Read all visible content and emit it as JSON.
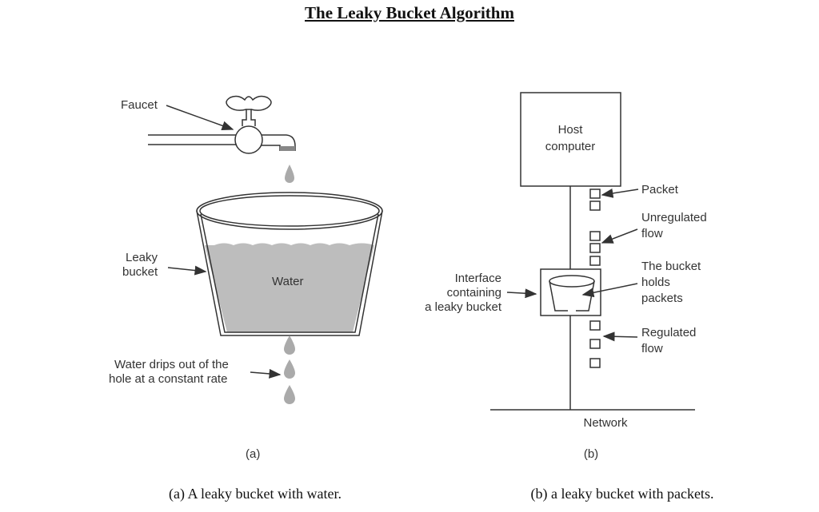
{
  "title": "The Leaky Bucket Algorithm",
  "diagram_a": {
    "labels": {
      "faucet": "Faucet",
      "leaky_bucket_1": "Leaky",
      "leaky_bucket_2": "bucket",
      "water": "Water",
      "drips_1": "Water drips out of the",
      "drips_2": "hole at a constant rate"
    },
    "sublabel": "(a)",
    "caption": "(a) A leaky bucket with water."
  },
  "diagram_b": {
    "labels": {
      "host_1": "Host",
      "host_2": "computer",
      "packet": "Packet",
      "unregulated_1": "Unregulated",
      "unregulated_2": "flow",
      "bucket_holds_1": "The bucket",
      "bucket_holds_2": "holds",
      "bucket_holds_3": "packets",
      "interface_1": "Interface",
      "interface_2": "containing",
      "interface_3": "a leaky bucket",
      "regulated_1": "Regulated",
      "regulated_2": "flow",
      "network": "Network"
    },
    "sublabel": "(b)",
    "caption": "(b) a leaky bucket with packets."
  },
  "colors": {
    "water": "#bdbdbd",
    "line": "#333333"
  }
}
